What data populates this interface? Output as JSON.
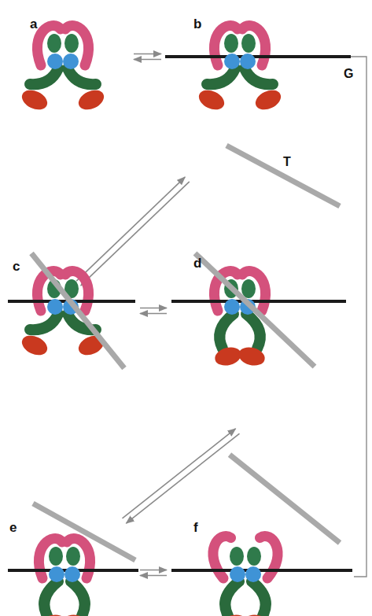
{
  "diagram": {
    "labels": [
      "a",
      "b",
      "G",
      "T",
      "c",
      "d",
      "e",
      "f"
    ]
  }
}
